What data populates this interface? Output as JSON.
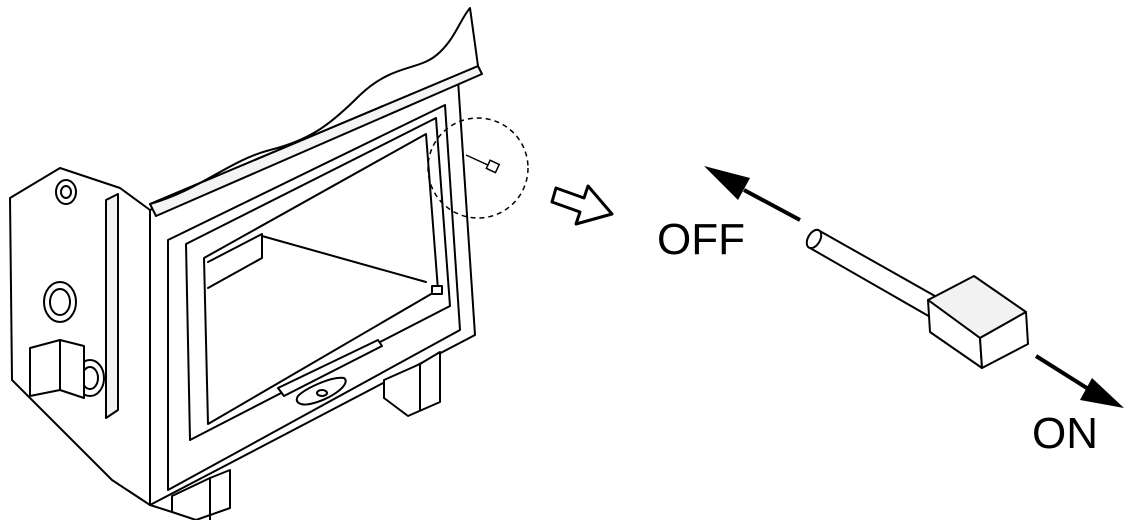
{
  "labels": {
    "off": "OFF",
    "on": "ON"
  },
  "colors": {
    "line": "#000000",
    "background": "#ffffff",
    "shade": "#d9d9d9"
  },
  "icons": {
    "fireplace": "fireplace-illustration",
    "zoom": "dashed-zoom-circle-icon",
    "pointer": "hollow-arrow-right-icon",
    "off_direction": "arrow-up-left-icon",
    "on_direction": "arrow-down-right-icon"
  }
}
